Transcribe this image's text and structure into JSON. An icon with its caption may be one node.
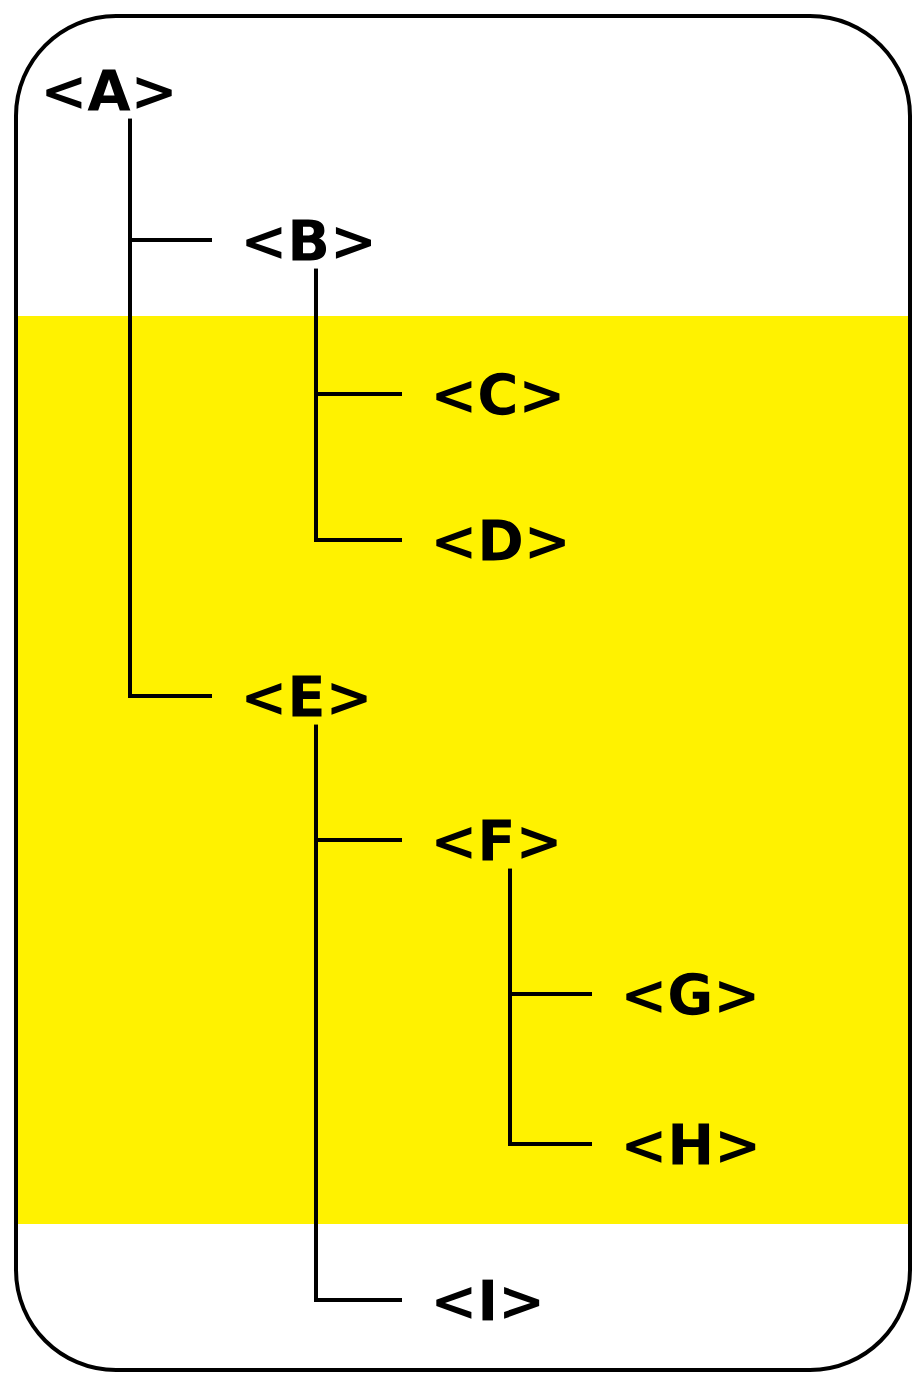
{
  "diagram": {
    "nodes": [
      {
        "text": [
          "<A>"
        ]
      },
      {
        "text": [
          "<B>"
        ]
      },
      {
        "text": [
          "<C>"
        ]
      },
      {
        "text": [
          "<D>"
        ]
      },
      {
        "text": [
          "<E>"
        ]
      },
      {
        "text": [
          "<F>"
        ]
      },
      {
        "text": [
          "<G>"
        ]
      },
      {
        "text": [
          "<H>"
        ]
      },
      {
        "text": [
          "<I>"
        ]
      }
    ],
    "edges": [
      {
        "from": 0,
        "to": 1,
        "arrow": "none"
      },
      {
        "from": 1,
        "to": 2,
        "arrow": "none"
      },
      {
        "from": 1,
        "to": 3,
        "arrow": "none"
      },
      {
        "from": 0,
        "to": 4,
        "arrow": "none"
      },
      {
        "from": 4,
        "to": 5,
        "arrow": "none"
      },
      {
        "from": 5,
        "to": 6,
        "arrow": "none"
      },
      {
        "from": 5,
        "to": 7,
        "arrow": "none"
      },
      {
        "from": 4,
        "to": 8,
        "arrow": "none"
      }
    ]
  }
}
